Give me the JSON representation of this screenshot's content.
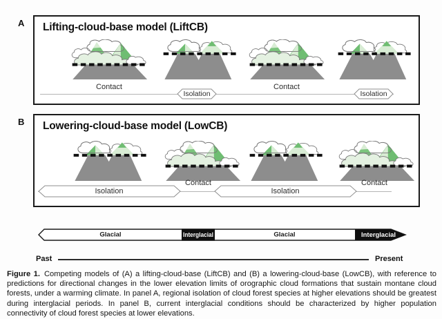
{
  "panel_a": {
    "label": "A",
    "title": "Lifting-cloud-base model (LiftCB)",
    "states": [
      "Contact",
      "Isolation",
      "Contact",
      "Isolation"
    ]
  },
  "panel_b": {
    "label": "B",
    "title": "Lowering-cloud-base model (LowCB)",
    "states": [
      "Isolation",
      "Contact",
      "Isolation",
      "Contact"
    ]
  },
  "timeline": {
    "segments": [
      {
        "label": "Glacial",
        "fill": "white"
      },
      {
        "label": "Interglacial",
        "fill": "black"
      },
      {
        "label": "Glacial",
        "fill": "white"
      },
      {
        "label": "Interglacial",
        "fill": "black"
      }
    ],
    "past": "Past",
    "present": "Present"
  },
  "caption": {
    "label": "Figure 1.",
    "text": "Competing models of (A) a lifting-cloud-base (LiftCB) and (B) a lowering-cloud-base (LowCB), with reference to predictions for directional changes in the lower elevation limits of orographic cloud formations that sustain montane cloud forests, under a warming climate. In panel A, regional isolation of cloud forest species at higher elevations should be greatest during interglacial periods. In panel B, current interglacial conditions should be characterized by higher population connectivity of cloud forest species at lower elevations."
  },
  "colors": {
    "mountain_gray": "#8d8d8d",
    "vegetation_green": "#6fbd72",
    "vegetation_light_green": "#d8ecd4",
    "cloud_tint_green": "#e4f1e1",
    "interglacial_black": "#0f0f0f"
  }
}
